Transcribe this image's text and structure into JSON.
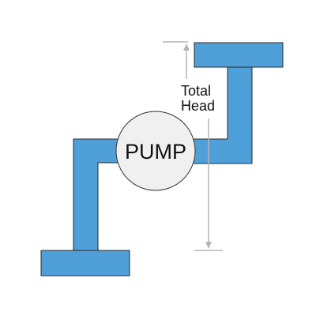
{
  "diagram": {
    "pump_label": "PUMP",
    "dimension_label_line1": "Total",
    "dimension_label_line2": "Head"
  },
  "colors": {
    "pipe_fill": "#4f9fd8",
    "pipe_stroke": "#2b2b2b",
    "pump_fill": "#f0f0f0",
    "pump_stroke": "#333333",
    "dimension_line": "#b5b5b5",
    "text": "#111111"
  }
}
